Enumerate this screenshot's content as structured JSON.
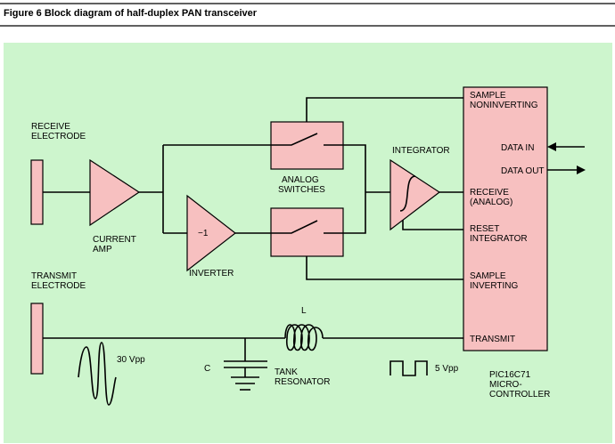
{
  "figure": {
    "title": "Figure 6    Block diagram of half-duplex PAN transceiver",
    "colors": {
      "background": "#cdf5cd",
      "block_fill": "#f7c0c0",
      "line": "#000000"
    }
  },
  "labels": {
    "receive_electrode": [
      "RECEIVE",
      "ELECTRODE"
    ],
    "transmit_electrode": [
      "TRANSMIT",
      "ELECTRODE"
    ],
    "current_amp": [
      "CURRENT",
      "AMP"
    ],
    "inverter": "INVERTER",
    "inverter_symbol": "−1",
    "analog_switches": [
      "ANALOG",
      "SWITCHES"
    ],
    "integrator": "INTEGRATOR",
    "inductor": "L",
    "capacitor": "C",
    "tank": [
      "TANK",
      "RESONATOR"
    ],
    "transmit_voltage": "30  Vpp",
    "logic_voltage": "5  Vpp",
    "micro": [
      "PIC16C71",
      "MICRO-",
      "CONTROLLER"
    ]
  },
  "pins": {
    "sample_noninverting": [
      "SAMPLE",
      "NONINVERTING"
    ],
    "data_in": "DATA IN",
    "data_out": "DATA OUT",
    "receive_analog": [
      "RECEIVE",
      "(ANALOG)"
    ],
    "reset_integrator": [
      "RESET",
      "INTEGRATOR"
    ],
    "sample_inverting": [
      "SAMPLE",
      "INVERTING"
    ],
    "transmit": "TRANSMIT"
  }
}
